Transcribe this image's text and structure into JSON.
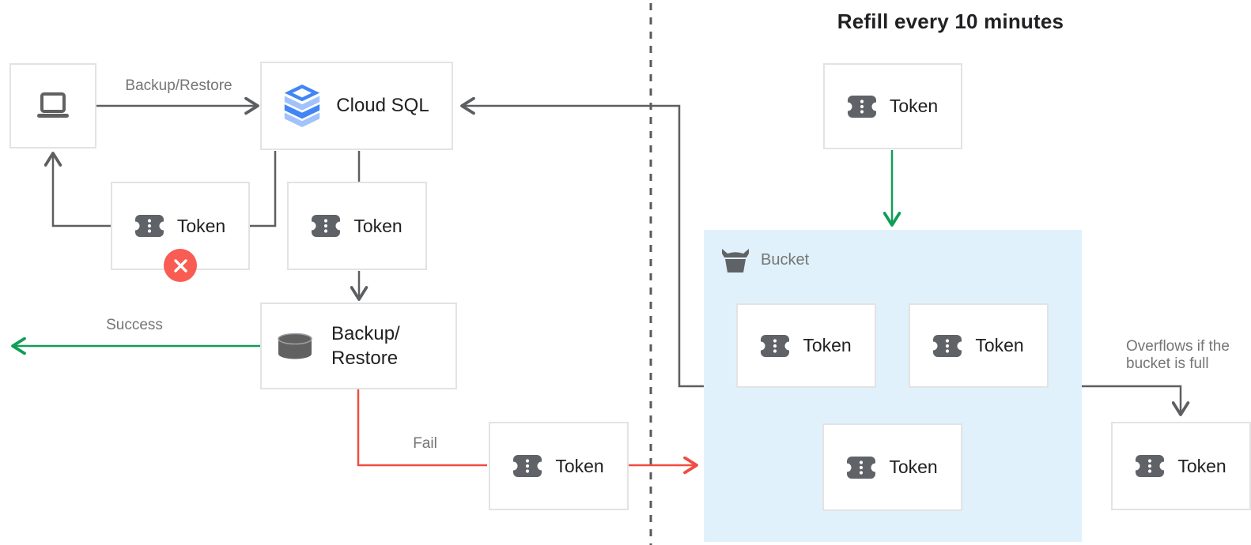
{
  "title": "Refill every 10 minutes",
  "colors": {
    "line_gray": "#5c5e60",
    "label_gray": "#757575",
    "text_dark": "#212124",
    "success_green": "#0f9d58",
    "fail_red": "#f24b40",
    "error_badge_red": "#f85c52",
    "bucket_bg": "#e0f1fb",
    "box_border": "#e3e3e3",
    "cloud_sql_blue": "#4285f4",
    "cloud_sql_light_blue": "#a1c2fa",
    "icon_gray": "#5f6368"
  },
  "left": {
    "client": {
      "icon": "laptop-icon"
    },
    "request_edge_label": "Backup/Restore",
    "cloud_sql": {
      "icon": "cloud-sql-icon",
      "label": "Cloud SQL"
    },
    "denied_token": {
      "icon": "token-icon",
      "label": "Token",
      "badge": "error-x-icon"
    },
    "consumed_token": {
      "icon": "token-icon",
      "label": "Token"
    },
    "backup_restore": {
      "icon": "database-icon",
      "label_line1": "Backup/",
      "label_line2": "Restore"
    },
    "success_edge_label": "Success",
    "fail_edge_label": "Fail",
    "failed_token": {
      "icon": "token-icon",
      "label": "Token"
    }
  },
  "right": {
    "refill_token": {
      "icon": "token-icon",
      "label": "Token"
    },
    "bucket": {
      "icon": "bucket-icon",
      "label": "Bucket",
      "tokens": [
        {
          "label": "Token"
        },
        {
          "label": "Token"
        },
        {
          "label": "Token"
        }
      ]
    },
    "overflow_edge_label_line1": "Overflows if the",
    "overflow_edge_label_line2": "bucket is full",
    "overflow_token": {
      "icon": "token-icon",
      "label": "Token"
    }
  }
}
